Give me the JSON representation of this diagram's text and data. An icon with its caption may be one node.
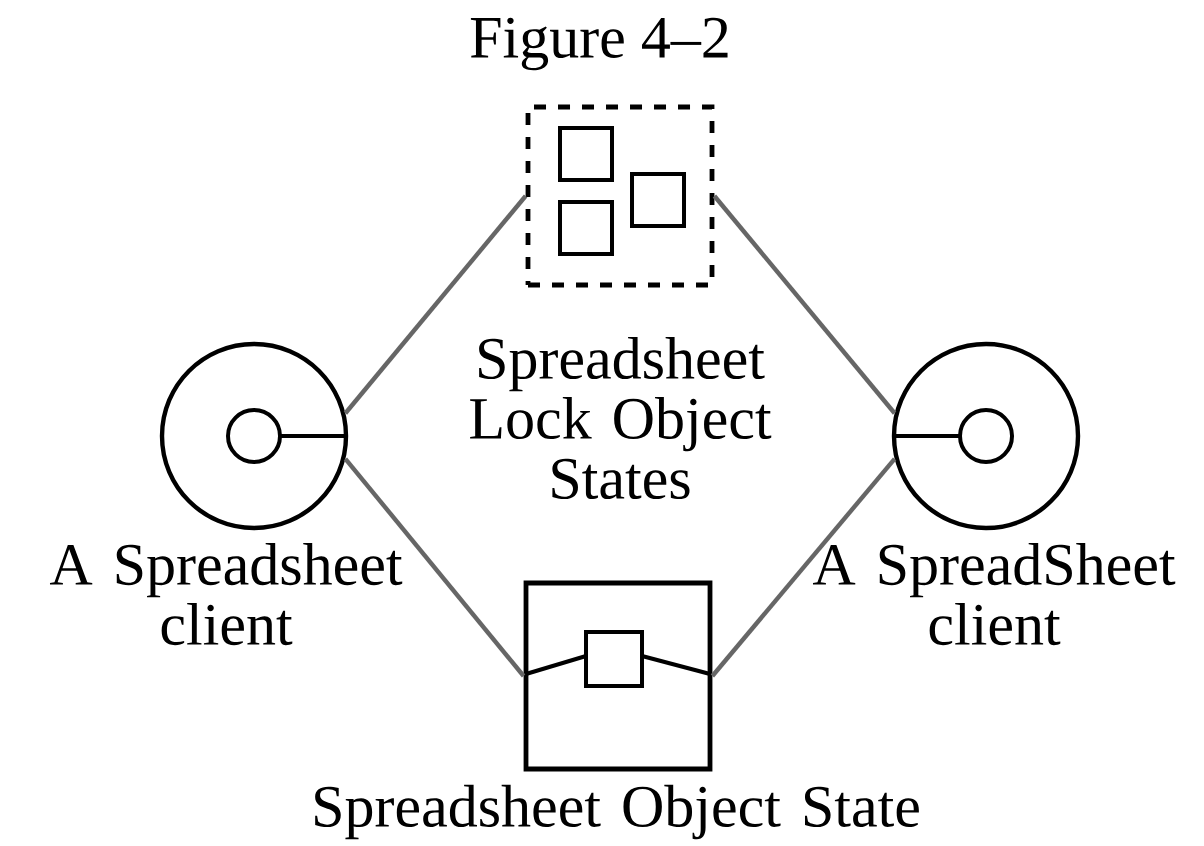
{
  "diagram": {
    "title": "Figure 4–2",
    "nodes": [
      {
        "text": [
          "A Spreadsheet client"
        ]
      },
      {
        "text": [
          "Spreadsheet Lock Object States"
        ]
      },
      {
        "text": [
          "Spreadsheet Object State"
        ]
      },
      {
        "text": [
          "A SpreadSheet client"
        ]
      }
    ],
    "edges": [
      {
        "from": 0,
        "to": 1,
        "arrow": "none"
      },
      {
        "from": 1,
        "to": 3,
        "arrow": "none"
      },
      {
        "from": 0,
        "to": 2,
        "arrow": "none"
      },
      {
        "from": 2,
        "to": 3,
        "arrow": "none"
      }
    ]
  }
}
